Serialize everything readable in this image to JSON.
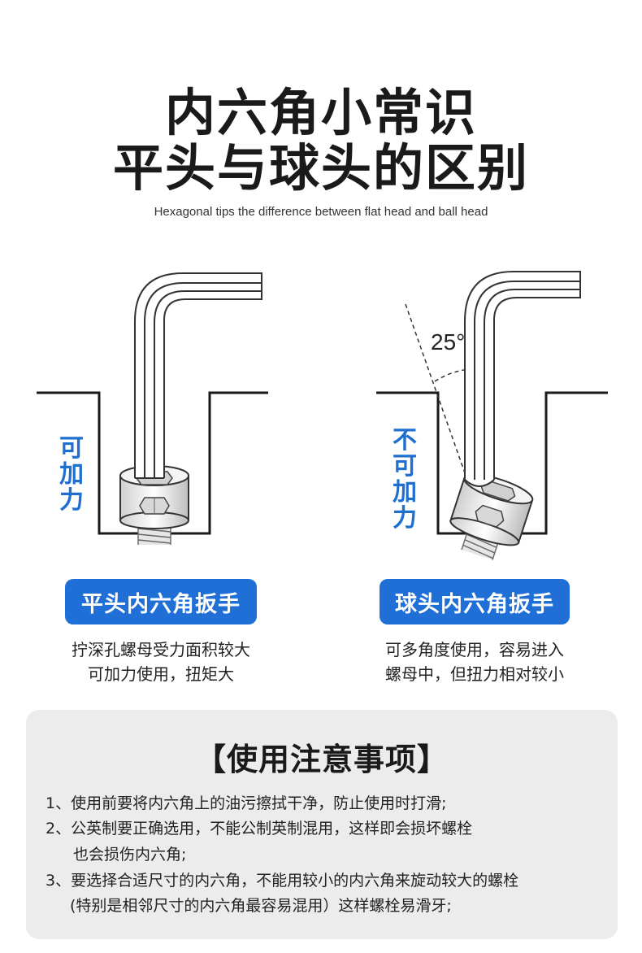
{
  "header": {
    "title_line1": "内六角小常识",
    "title_line2": "平头与球头的区别",
    "subtitle": "Hexagonal tips the difference between flat head and ball head"
  },
  "flat": {
    "side_label": [
      "可",
      "加",
      "力"
    ],
    "pill": "平头内六角扳手",
    "desc_line1": "拧深孔螺母受力面积较大",
    "desc_line2": "可加力使用，扭矩大"
  },
  "ball": {
    "angle": "25°",
    "side_label": [
      "不",
      "可",
      "加",
      "力"
    ],
    "pill": "球头内六角扳手",
    "desc_line1": "可多角度使用，容易进入",
    "desc_line2": "螺母中，但扭力相对较小"
  },
  "notes": {
    "title": "【使用注意事项】",
    "lines": [
      "1、使用前要将内六角上的油污擦拭干净，防止使用时打滑;",
      "2、公英制要正确选用，不能公制英制混用，这样即会损坏螺栓",
      "也会损伤内六角;",
      "3、要选择合适尺寸的内六角，不能用较小的内六角来旋动较大的螺栓",
      "(特别是相邻尺寸的内六角最容易混用）这样螺栓易滑牙;"
    ]
  },
  "colors": {
    "accent_blue": "#1f6fd6",
    "label_blue": "#1e6fd0",
    "line_dark": "#1a1a1a",
    "notes_bg": "#ececec"
  }
}
